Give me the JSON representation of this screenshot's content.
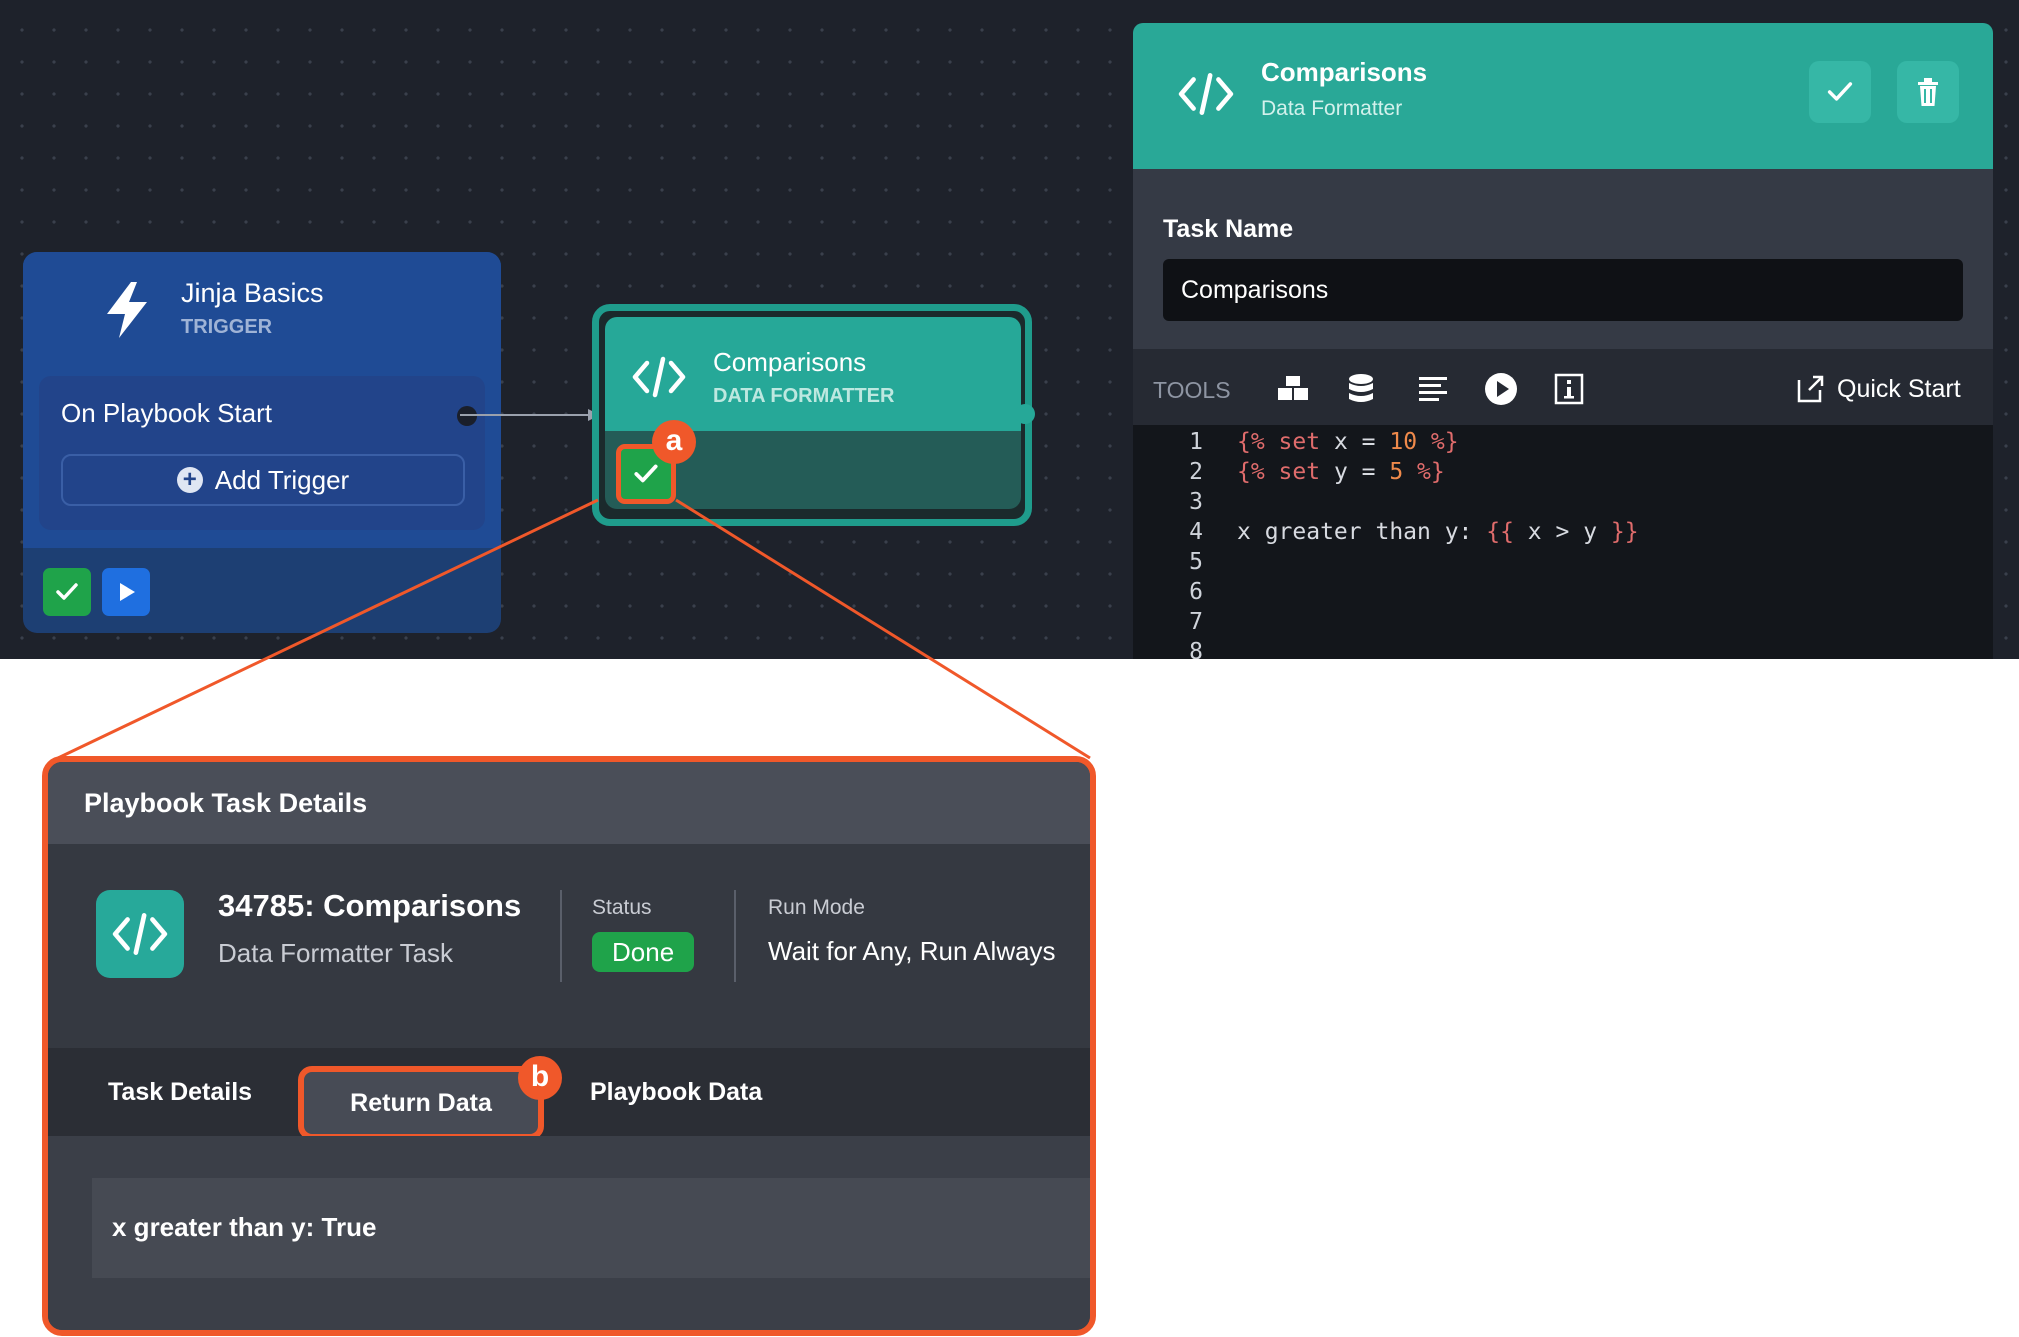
{
  "trigger": {
    "title": "Jinja Basics",
    "subtitle": "TRIGGER",
    "start_label": "On Playbook Start",
    "add_trigger_label": "Add Trigger",
    "plus_glyph": "+"
  },
  "formatter_node": {
    "title": "Comparisons",
    "subtitle": "DATA FORMATTER"
  },
  "callouts": {
    "a": "a",
    "b": "b"
  },
  "panel": {
    "title": "Comparisons",
    "subtitle": "Data Formatter",
    "task_name_label": "Task Name",
    "task_name_value": "Comparisons",
    "tools_label": "TOOLS",
    "quick_start_label": "Quick Start",
    "code_lines": [
      {
        "n": "1",
        "text": "{% set x = 10 %}"
      },
      {
        "n": "2",
        "text": "{% set y = 5 %}"
      },
      {
        "n": "3",
        "text": ""
      },
      {
        "n": "4",
        "text": "x greater than y: {{ x > y }}"
      },
      {
        "n": "5",
        "text": ""
      },
      {
        "n": "6",
        "text": ""
      },
      {
        "n": "7",
        "text": ""
      },
      {
        "n": "8",
        "text": ""
      }
    ]
  },
  "details": {
    "title": "Playbook Task Details",
    "task_heading": "34785: Comparisons",
    "task_type": "Data Formatter Task",
    "status_label": "Status",
    "status_value": "Done",
    "run_mode_label": "Run Mode",
    "run_mode_value": "Wait for Any, Run Always",
    "tabs": [
      "Task Details",
      "Return Data",
      "Playbook Data"
    ],
    "return_text": "x greater than y: True"
  },
  "colors": {
    "canvas_bg": "#1e222b",
    "trigger_blue": "#1f4b95",
    "teal": "#29a897",
    "highlight_orange": "#f0582a",
    "success_green": "#1fa34a",
    "play_blue": "#1f6fe0"
  },
  "icons": {
    "trigger": "lightning-bolt-icon",
    "formatter": "code-brackets-icon",
    "check": "check-icon",
    "play": "play-icon",
    "delete": "trash-icon",
    "quick_start": "external-link-icon",
    "tools": [
      "blocks-icon",
      "database-icon",
      "text-align-icon",
      "run-icon",
      "info-icon"
    ]
  }
}
